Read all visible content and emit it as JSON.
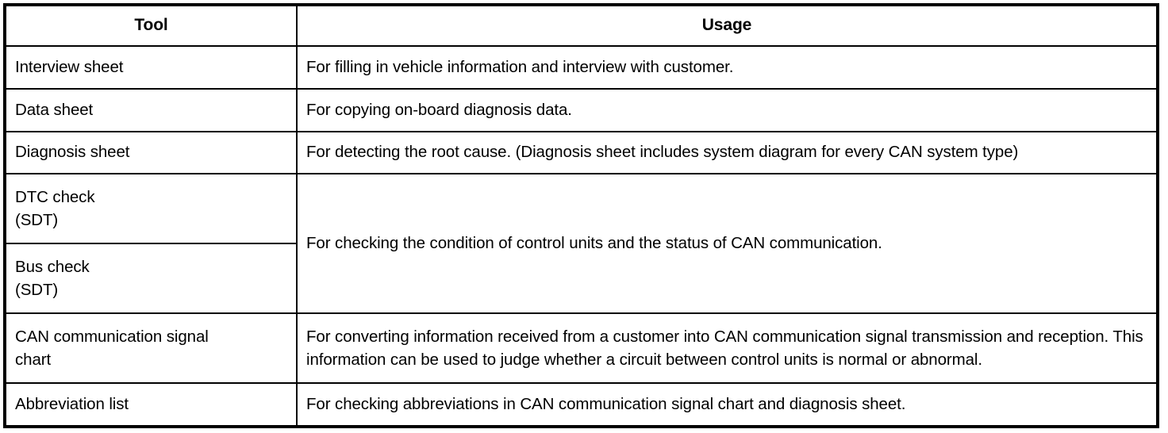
{
  "table": {
    "columns": [
      {
        "key": "tool",
        "label": "Tool"
      },
      {
        "key": "usage",
        "label": "Usage"
      }
    ],
    "rows": [
      {
        "tool": "Interview sheet",
        "usage": "For filling in vehicle information and interview with customer."
      },
      {
        "tool": "Data sheet",
        "usage": "For copying on-board diagnosis data."
      },
      {
        "tool": "Diagnosis sheet",
        "usage": "For detecting the root cause. (Diagnosis sheet includes system diagram for every CAN system type)"
      },
      {
        "tool": "DTC check\n(SDT)",
        "usage": "For checking the condition of control units and the status of CAN communication.",
        "usage_rowspan": 2
      },
      {
        "tool": "Bus check\n(SDT)",
        "usage_merged_into_previous": true
      },
      {
        "tool": "CAN communication signal\nchart",
        "usage": "For converting information received from a customer into CAN communication signal transmission and reception. This information can be used to judge whether a circuit between control units is normal or abnormal."
      },
      {
        "tool": "Abbreviation list",
        "usage": "For checking abbreviations in CAN communication signal chart and diagnosis sheet."
      }
    ]
  },
  "colors": {
    "border": "#000000",
    "text": "#000000",
    "background": "#ffffff"
  }
}
